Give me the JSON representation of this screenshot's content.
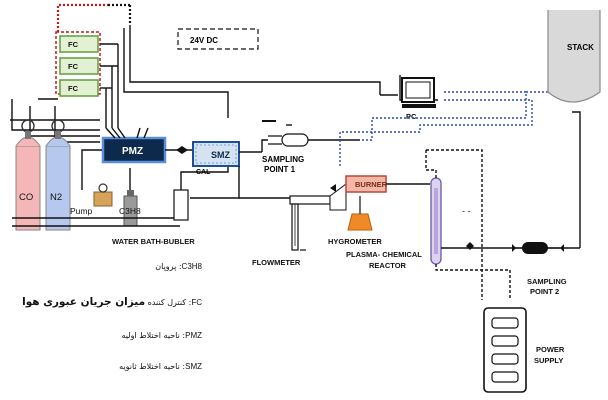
{
  "labels": {
    "power_24v": "24V DC",
    "stack": "STACK",
    "pc": "PC",
    "fc": [
      "FC",
      "FC",
      "FC"
    ],
    "pmz": "PMZ",
    "smz": "SMZ",
    "cal": "CAL",
    "co": "CO",
    "n2": "N2",
    "pump": "Pump",
    "c3h8": "C3H8",
    "water_bath": "WATER BATH-BUBLER",
    "sampling_point_1": [
      "SAMPLING",
      "POINT 1"
    ],
    "burner": "BURNER",
    "flowmeter": "FLOWMETER",
    "hygrometer": "HYGROMETER",
    "plasma_reactor": [
      "PLASMA- CHEMICAL",
      "REACTOR"
    ],
    "sampling_point_2": [
      "SAMPLING",
      "POINT 2"
    ],
    "power_supply": [
      "POWER",
      "SUPPLY"
    ]
  },
  "legend": [
    {
      "key": "C3H8",
      "sep": ":",
      "text": "پروپان"
    },
    {
      "key": "FC",
      "sep": ":",
      "text": "کنترل کننده",
      "emphasis": "میزان جریان عبوری هوا"
    },
    {
      "key": "PMZ",
      "sep": ":",
      "text": "ناحیه اختلاط اولیه"
    },
    {
      "key": "SMZ",
      "sep": ":",
      "text": "ناحیه اختلاط ثانویه"
    }
  ],
  "colors": {
    "co_cylinder": "#f4b6b6",
    "n2_cylinder": "#b6c8ee",
    "fc_box": "#e2f1d4",
    "fc_border": "#5f9e3c",
    "burner_fill": "#f3b7a8",
    "burner_border": "#b9473b",
    "pmz_fill": "#0d2a4d",
    "smz_fill": "#d4e2f1",
    "stack_fill": "#d9d9d9",
    "signal_line": "#2448b8",
    "reactor": "#b9a6da"
  }
}
